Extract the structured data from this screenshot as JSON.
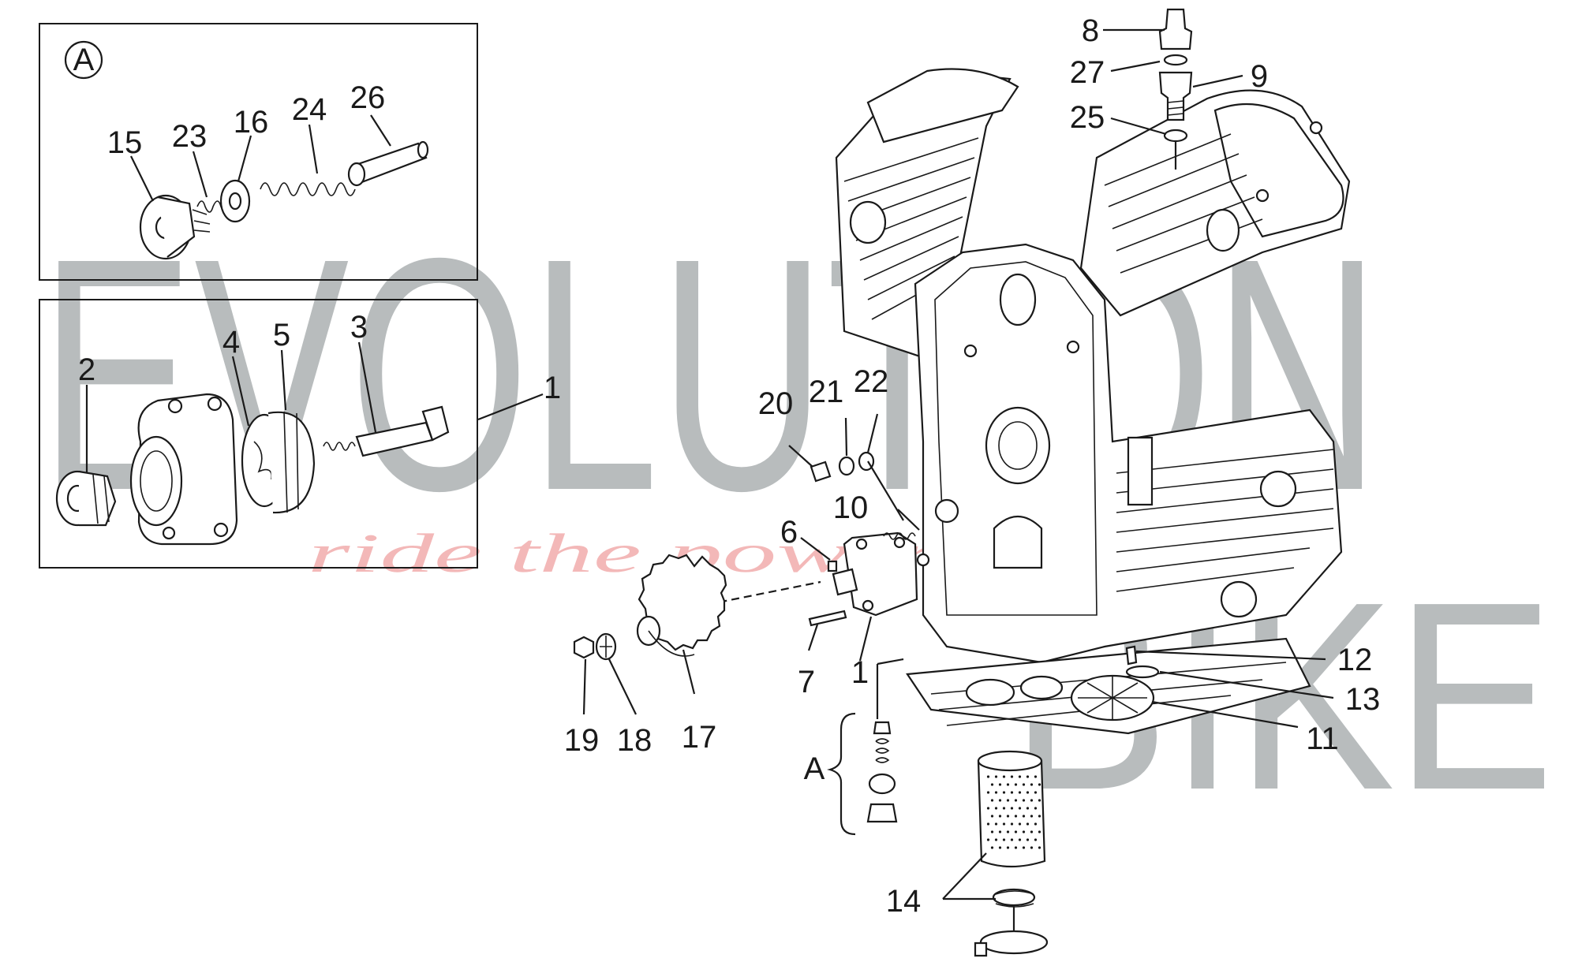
{
  "diagram": {
    "inset_a_letter": "A",
    "callout_a_letter": "A",
    "labels": {
      "n1_top": "1",
      "n1_bottom": "1",
      "n2": "2",
      "n3": "3",
      "n4": "4",
      "n5": "5",
      "n6": "6",
      "n7": "7",
      "n8": "8",
      "n9": "9",
      "n10": "10",
      "n11": "11",
      "n12": "12",
      "n13": "13",
      "n14": "14",
      "n15": "15",
      "n16": "16",
      "n17": "17",
      "n18": "18",
      "n19": "19",
      "n20": "20",
      "n21": "21",
      "n22": "22",
      "n23": "23",
      "n24": "24",
      "n25": "25",
      "n26": "26",
      "n27": "27"
    }
  },
  "watermark": {
    "word1": "EVOLUTION",
    "word2": "BIKE",
    "tagline": "ride the power",
    "color": "#b8bcbd",
    "tagline_color": "#f3b8b8"
  }
}
